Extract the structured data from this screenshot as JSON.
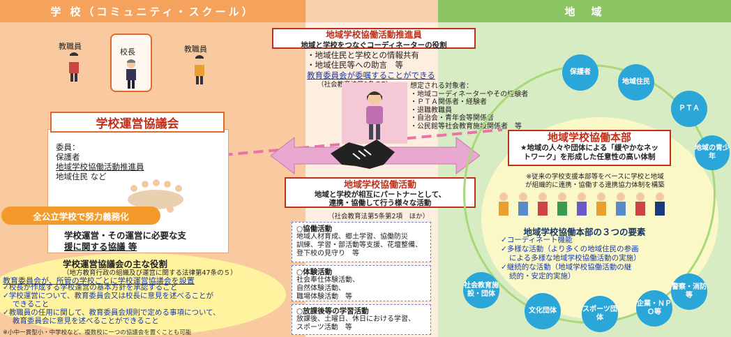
{
  "headers": {
    "school": "学 校（コミュニティ・スクール）",
    "region": "地　域"
  },
  "staff": {
    "left": "教職員",
    "principal": "校長",
    "right": "教職員"
  },
  "council": {
    "title": "学校運営協議会",
    "members_label": "委員：",
    "members": [
      "保護者",
      "地域学校協働活動推進員",
      "地域住民 など"
    ],
    "obligation": "全公立学校で努力義務化",
    "consult": [
      "学校運営・その運営に必要な支",
      "援に関する協議 等"
    ]
  },
  "roles": {
    "title": "学校運営協議会の主な役割",
    "law": "（地方教育行政の組織及び運営に関する法律第47条の５）",
    "intro": "教育委員会が、所管の学校ごとに学校運営協議会を設置",
    "items": [
      "校長が作成する学校運営の基本方針を承認すること",
      "学校運営について、教育委員会又は校長に意見を述べることが",
      "できること",
      "教職員の任用に関して、教育委員会規則で定める事項について、",
      "教育委員会に意見を述べることができること"
    ],
    "note": "※小中一貫型小・中学校など、複数校に一つの協議会を置くことも可能"
  },
  "coordinator": {
    "title": "地域学校協働活動推進員",
    "subtitle": "地域と学校をつなぐコーディネーターの役割",
    "roles": [
      "・地域住民と学校との情報共有",
      "・地域住民等への助言　等"
    ],
    "appoint": "教育委員会が委嘱することができる",
    "law": "（社会教育法第9条の7）",
    "targets_label": "想定される対象者：",
    "targets": [
      "・地域コーディネーターやその経験者",
      "・ＰＴＡ関係者・経験者",
      "・退職教職員",
      "・自治会・青年会等関係者",
      "・公民館等社会教育施設関係者　等"
    ]
  },
  "activity": {
    "title": "地域学校協働活動",
    "subtitle": [
      "地域と学校が相互にパートナーとして、",
      "連携・協働して行う様々な活動"
    ],
    "law": "（社会教育法第5条第2項　ほか）",
    "boxes": [
      {
        "heading": "○協働活動",
        "lines": [
          "地域人材育成、郷土学習、協働防災",
          "訓練、学習・部活動等支援、花壇整備、",
          "登下校の見守り　等"
        ]
      },
      {
        "heading": "○体験活動",
        "lines": [
          "社会奉仕体験活動、",
          "自然体験活動、",
          "職場体験活動　等"
        ]
      },
      {
        "heading": "○放課後等の学習活動",
        "lines": [
          "放課後、土曜日、休日における学習、",
          "スポーツ活動　等"
        ]
      }
    ]
  },
  "region": {
    "nodes": [
      "保護者",
      "地域住民",
      "ＰＴＡ",
      "地域の青少年",
      "警察・消防等",
      "企業・ＮＰＯ等",
      "スポーツ団体",
      "文化団体",
      "社会教育施設・団体"
    ],
    "hq_title": "地域学校協働本部",
    "hq_desc": [
      "★地域の人々や団体による「緩やかなネッ",
      "トワーク」を形成した任意性の高い体制"
    ],
    "hq_note": [
      "※従来の学校支援本部等をベースに学校と地域",
      "が組織的に連携・協働する連携協力体制を構築"
    ],
    "elements_title": "地域学校協働本部の３つの要素",
    "elements": [
      "コーディネート機能",
      "多様な活動（より多くの地域住民の参画",
      "による多様な地域学校協働活動の実施）",
      "継続的な活動（地域学校協働活動の継",
      "続的・安定的実施）"
    ]
  }
}
